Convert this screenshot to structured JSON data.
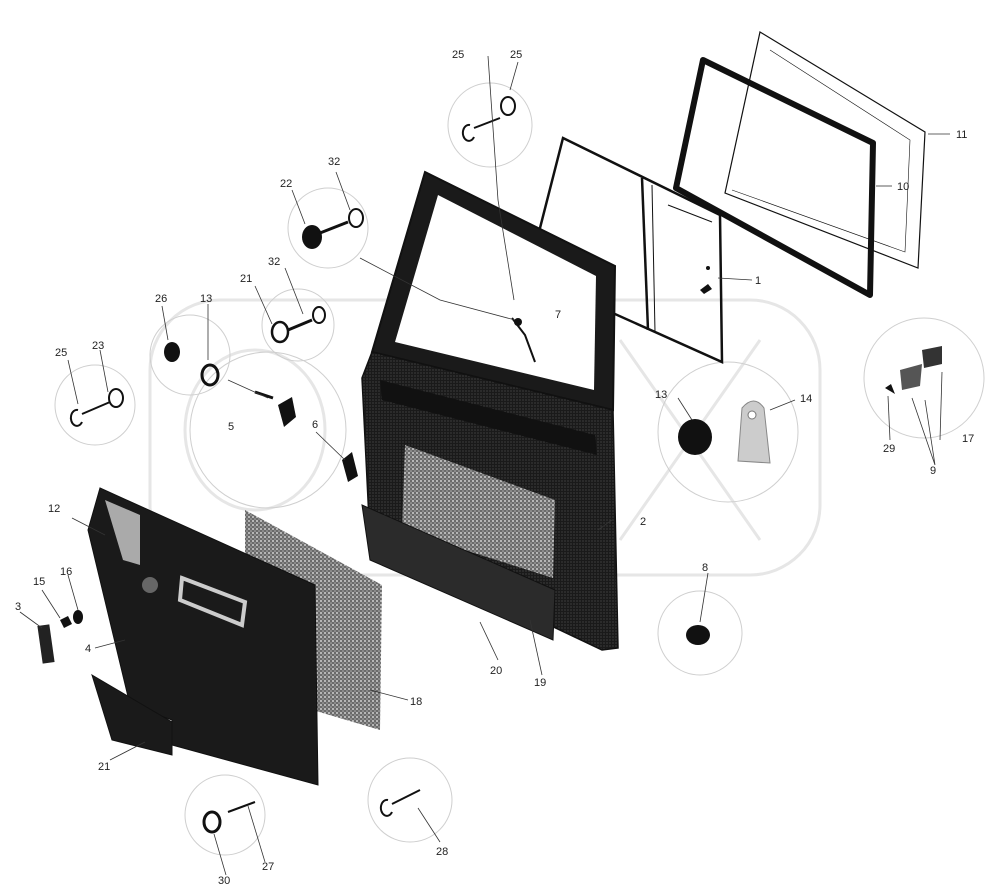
{
  "labels": [
    {
      "id": "l25a",
      "text": "25"
    },
    {
      "id": "l25b",
      "text": "25"
    },
    {
      "id": "l11",
      "text": "11"
    },
    {
      "id": "l32a",
      "text": "32"
    },
    {
      "id": "l22",
      "text": "22"
    },
    {
      "id": "l10",
      "text": "10"
    },
    {
      "id": "l21a",
      "text": "21"
    },
    {
      "id": "l32b",
      "text": "32"
    },
    {
      "id": "l1",
      "text": "1"
    },
    {
      "id": "l26",
      "text": "26"
    },
    {
      "id": "l13a",
      "text": "13"
    },
    {
      "id": "l7",
      "text": "7"
    },
    {
      "id": "l25c",
      "text": "25"
    },
    {
      "id": "l23",
      "text": "23"
    },
    {
      "id": "l5",
      "text": "5"
    },
    {
      "id": "l6",
      "text": "6"
    },
    {
      "id": "l13b",
      "text": "13"
    },
    {
      "id": "l14",
      "text": "14"
    },
    {
      "id": "l29",
      "text": "29"
    },
    {
      "id": "l17",
      "text": "17"
    },
    {
      "id": "l9",
      "text": "9"
    },
    {
      "id": "l12",
      "text": "12"
    },
    {
      "id": "l2",
      "text": "2"
    },
    {
      "id": "l15",
      "text": "15"
    },
    {
      "id": "l16",
      "text": "16"
    },
    {
      "id": "l3",
      "text": "3"
    },
    {
      "id": "l8",
      "text": "8"
    },
    {
      "id": "l4",
      "text": "4"
    },
    {
      "id": "l20",
      "text": "20"
    },
    {
      "id": "l19",
      "text": "19"
    },
    {
      "id": "l18",
      "text": "18"
    },
    {
      "id": "l21b",
      "text": "21"
    },
    {
      "id": "l28",
      "text": "28"
    },
    {
      "id": "l27",
      "text": "27"
    },
    {
      "id": "l30",
      "text": "30"
    }
  ],
  "colors": {
    "ink": "#111111",
    "panel": "#1a1a1a",
    "trim": "#2b2b2b",
    "halftone": "#8a8a8a"
  }
}
